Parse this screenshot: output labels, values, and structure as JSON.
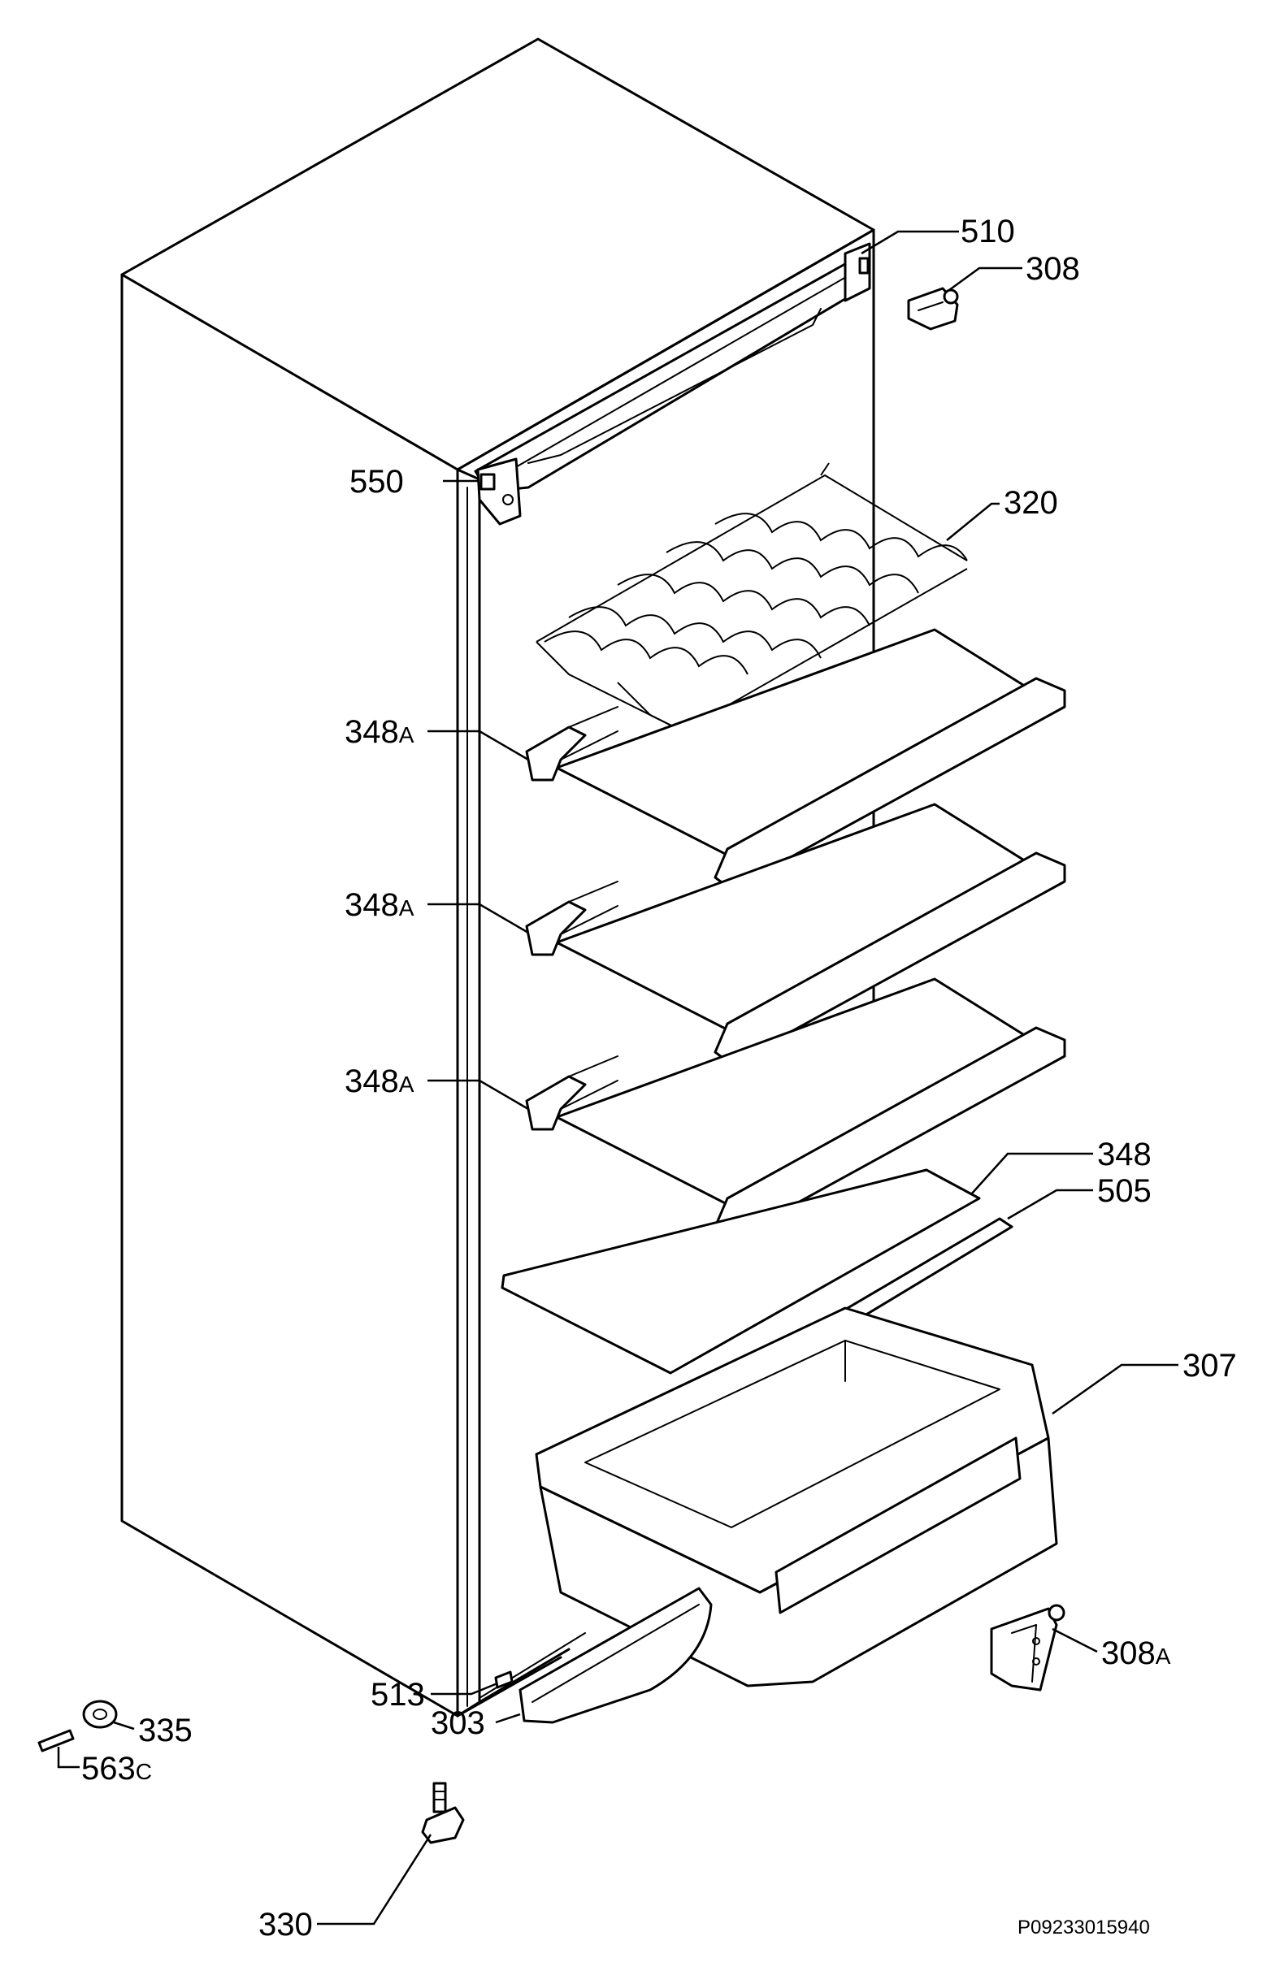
{
  "parts": [
    {
      "id": "p510",
      "number": "510"
    },
    {
      "id": "p308",
      "number": "308"
    },
    {
      "id": "p550",
      "number": "550"
    },
    {
      "id": "p320",
      "number": "320"
    },
    {
      "id": "p348a_1",
      "number": "348",
      "suffix": "A"
    },
    {
      "id": "p348a_2",
      "number": "348",
      "suffix": "A"
    },
    {
      "id": "p348a_3",
      "number": "348",
      "suffix": "A"
    },
    {
      "id": "p348",
      "number": "348"
    },
    {
      "id": "p505",
      "number": "505"
    },
    {
      "id": "p307",
      "number": "307"
    },
    {
      "id": "p308a",
      "number": "308",
      "suffix": "A"
    },
    {
      "id": "p335",
      "number": "335"
    },
    {
      "id": "p563c",
      "number": "563",
      "suffix": "C"
    },
    {
      "id": "p513",
      "number": "513"
    },
    {
      "id": "p303",
      "number": "303"
    },
    {
      "id": "p330",
      "number": "330"
    }
  ],
  "reference_code": "P09233015940"
}
